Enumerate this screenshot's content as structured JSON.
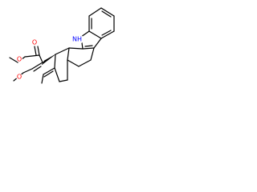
{
  "molecule": {
    "atom_labels": {
      "nh": "NH",
      "carbonyl_o": "O",
      "ester_o": "O",
      "ether_o": "O"
    },
    "colors": {
      "bond": "#000000",
      "nitrogen": "#0000ff",
      "oxygen": "#ff0000",
      "background": "#ffffff"
    }
  }
}
